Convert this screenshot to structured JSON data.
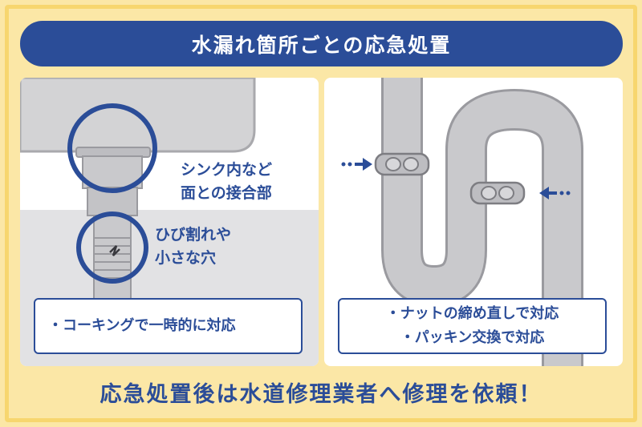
{
  "title": "水漏れ箇所ごとの応急処置",
  "left_panel": {
    "label_joint_line1": "シンク内など",
    "label_joint_line2": "面との接合部",
    "label_crack_line1": "ひび割れや",
    "label_crack_line2": "小さな穴",
    "note": "・コーキングで一時的に対応"
  },
  "right_panel": {
    "note_line1": "・ナットの締め直しで対応",
    "note_line2": "・パッキン交換で対応"
  },
  "footer": "応急処置後は水道修理業者へ修理を依頼！",
  "colors": {
    "accent": "#2b4d98",
    "background": "#fbe7a6",
    "pipe": "#c9c9cc",
    "sink": "#d3d3d5"
  }
}
